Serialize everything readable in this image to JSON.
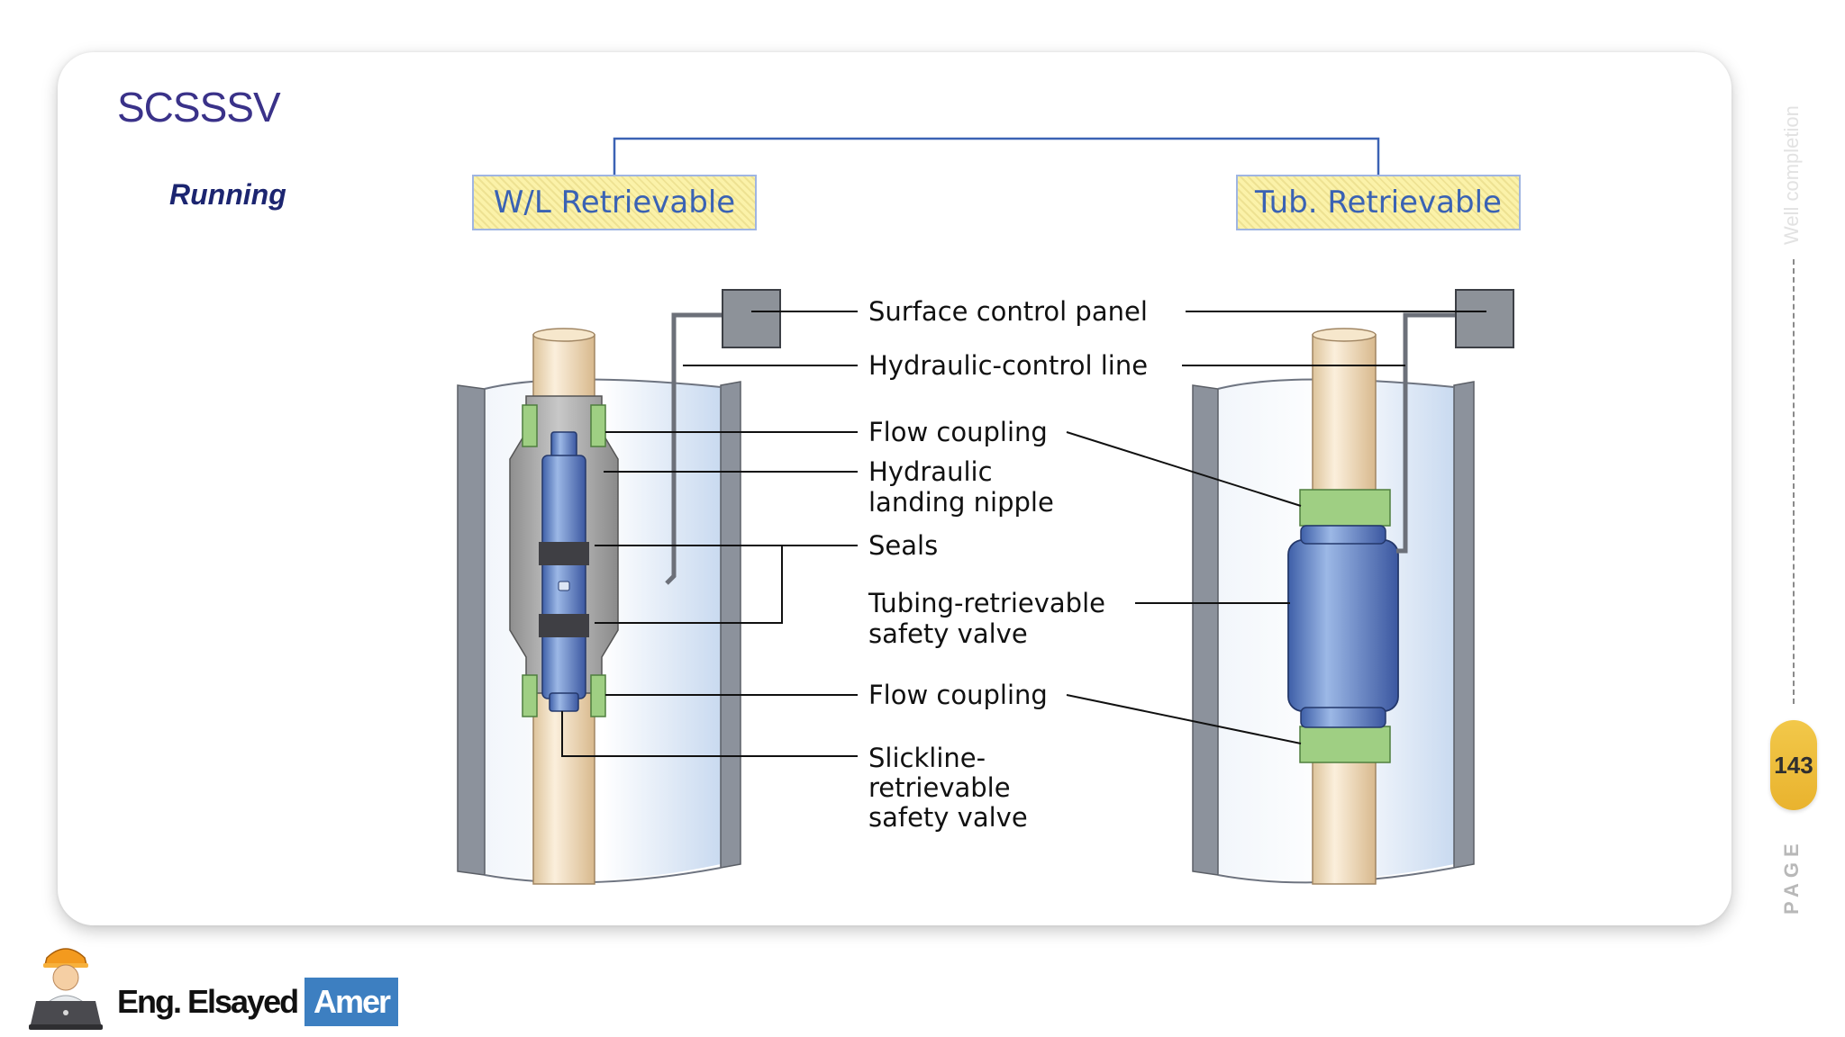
{
  "slide": {
    "title": "SCSSSV",
    "subtitle": "Running",
    "side_label": "Well completion",
    "page_number": "143",
    "page_word": "PAGE"
  },
  "methods": {
    "left": "W/L Retrievable",
    "right": "Tub. Retrievable"
  },
  "diagram_labels": {
    "surface_control_panel": "Surface control panel",
    "hydraulic_control_line": "Hydraulic-control line",
    "flow_coupling_top": "Flow coupling",
    "hydraulic_landing_nipple_1": "Hydraulic",
    "hydraulic_landing_nipple_2": "landing nipple",
    "seals": "Seals",
    "tubing_retrievable_1": "Tubing-retrievable",
    "tubing_retrievable_2": "safety valve",
    "flow_coupling_bottom": "Flow coupling",
    "slickline_1": "Slickline-",
    "slickline_2": "retrievable",
    "slickline_3": "safety valve"
  },
  "brand": {
    "name": "Eng. Elsayed",
    "highlight": "Amer"
  },
  "colors": {
    "title": "#3a3289",
    "method_text": "#3a62b4",
    "method_fill": "#fbf2a9",
    "page_pill": "#eebd3a",
    "brand_highlight": "#3d7fc1",
    "coupling_green": "#a9d48f",
    "valve_blue": "#5b7fc4",
    "tubing_tan": "#efd9b5"
  }
}
